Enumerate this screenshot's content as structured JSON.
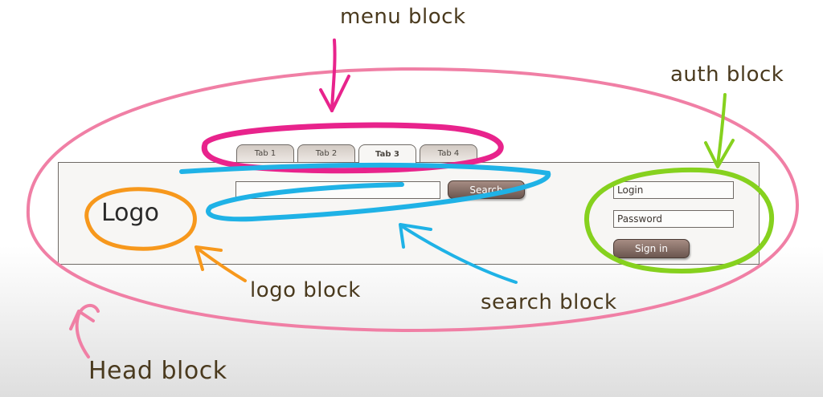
{
  "annotations": {
    "menu": "menu block",
    "auth": "auth block",
    "logo": "logo block",
    "search": "search block",
    "head": "Head block"
  },
  "mockup": {
    "tabs": [
      "Tab 1",
      "Tab 2",
      "Tab 3",
      "Tab 4"
    ],
    "active_tab": "Tab 3",
    "search_button": "Search",
    "login_placeholder": "Login",
    "password_placeholder": "Password",
    "signin_button": "Sign in",
    "logo": "Logo"
  },
  "colors": {
    "head": "#f07fa5",
    "menu": "#e8238c",
    "search": "#1fb2e6",
    "auth": "#86d11e",
    "logo": "#f7981c",
    "label_text": "#4a3a1e"
  }
}
